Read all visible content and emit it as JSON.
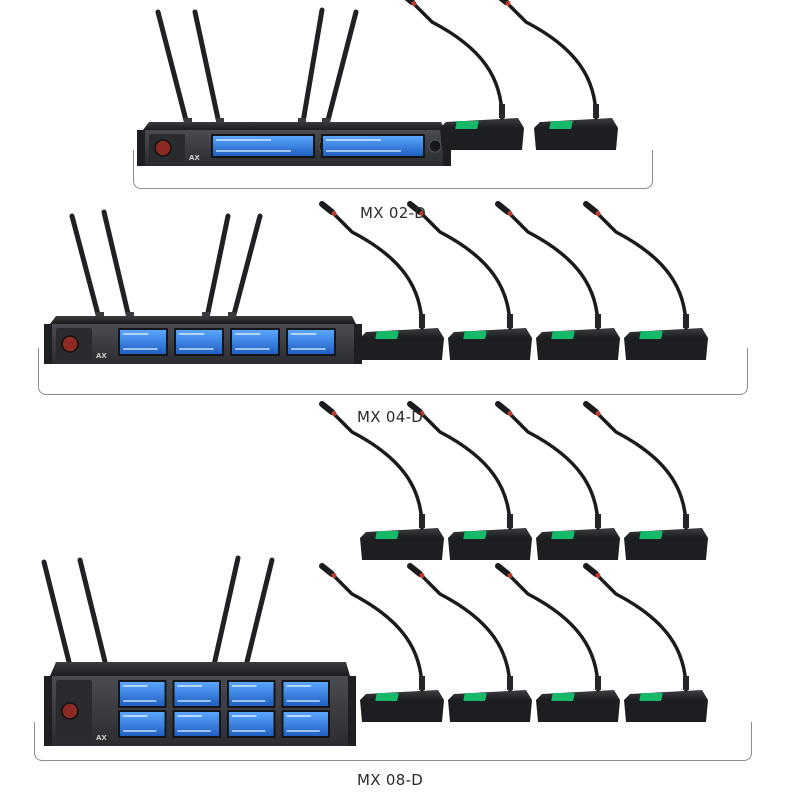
{
  "systems": [
    {
      "model": "MX 02-D",
      "channels": 2,
      "microphones": 2
    },
    {
      "model": "MX 04-D",
      "channels": 4,
      "microphones": 4
    },
    {
      "model": "MX 08-D",
      "channels": 8,
      "microphones": 8
    }
  ],
  "receiver_logo": "AX",
  "colors": {
    "receiver_body": "#1e1f22",
    "receiver_front": "#35373b",
    "lcd": "#2f7fe0",
    "mic_base": "#2a2b2e",
    "mic_screen": "#16b86a",
    "mic_tip": "#c0392b",
    "bracket": "#8c8c8c"
  }
}
